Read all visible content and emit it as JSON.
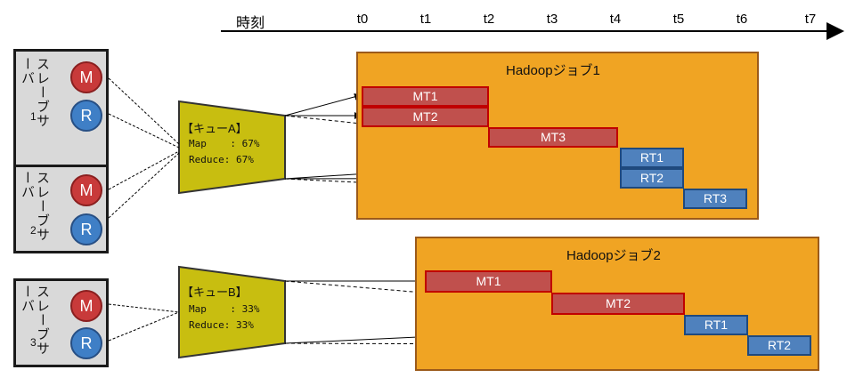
{
  "timeline": {
    "label": "時刻",
    "ticks": [
      "t0",
      "t1",
      "t2",
      "t3",
      "t4",
      "t5",
      "t6",
      "t7"
    ]
  },
  "slaves": [
    {
      "label": "スレーブサーバ",
      "number": "1",
      "m": "M",
      "r": "R"
    },
    {
      "label": "スレーブサーバ",
      "number": "2",
      "m": "M",
      "r": "R"
    },
    {
      "label": "スレーブサーバ",
      "number": "3",
      "m": "M",
      "r": "R"
    }
  ],
  "queues": [
    {
      "title": "【キューA】",
      "map_line": "Map    : 67%",
      "reduce_line": "Reduce: 67%"
    },
    {
      "title": "【キューB】",
      "map_line": "Map    : 33%",
      "reduce_line": "Reduce: 33%"
    }
  ],
  "jobs": [
    {
      "title": "Hadoopジョブ1",
      "tasks": [
        {
          "label": "MT1",
          "kind": "map"
        },
        {
          "label": "MT2",
          "kind": "map"
        },
        {
          "label": "MT3",
          "kind": "map"
        },
        {
          "label": "RT1",
          "kind": "reduce"
        },
        {
          "label": "RT2",
          "kind": "reduce"
        },
        {
          "label": "RT3",
          "kind": "reduce"
        }
      ]
    },
    {
      "title": "Hadoopジョブ2",
      "tasks": [
        {
          "label": "MT1",
          "kind": "map"
        },
        {
          "label": "MT2",
          "kind": "map"
        },
        {
          "label": "RT1",
          "kind": "reduce"
        },
        {
          "label": "RT2",
          "kind": "reduce"
        }
      ]
    }
  ],
  "colors": {
    "map_fill": "#c0504d",
    "reduce_fill": "#4f81bd",
    "job_fill": "#f0a423",
    "queue_fill": "#c8be10",
    "slave_fill": "#d9d9d9"
  }
}
